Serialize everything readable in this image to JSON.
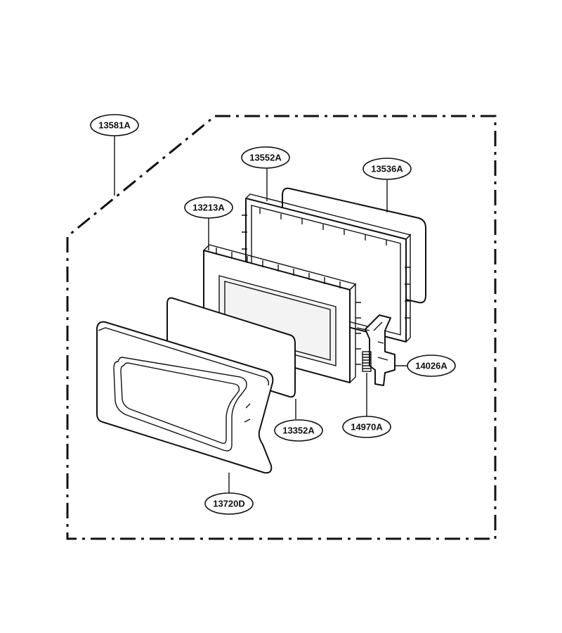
{
  "parts": [
    {
      "id": "assembly",
      "label": "13581A"
    },
    {
      "id": "door-frame",
      "label": "13552A"
    },
    {
      "id": "outer-glass-panel",
      "label": "13536A"
    },
    {
      "id": "choke-cover",
      "label": "13213A"
    },
    {
      "id": "latch-hook",
      "label": "14026A"
    },
    {
      "id": "screen-panel",
      "label": "13352A"
    },
    {
      "id": "latch-spring",
      "label": "14970A"
    },
    {
      "id": "door-front-panel",
      "label": "13720D"
    }
  ]
}
